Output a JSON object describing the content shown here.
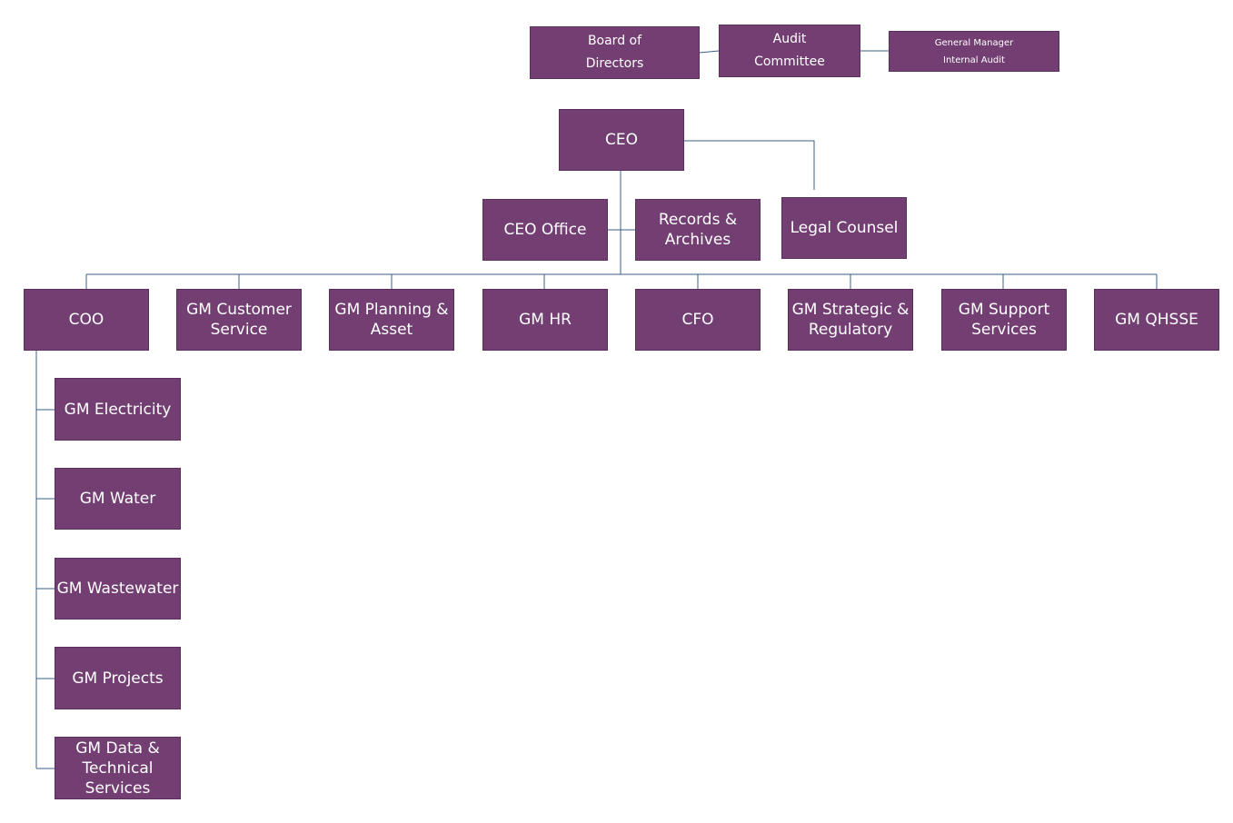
{
  "colors": {
    "box_fill": "#733f73",
    "connector": "#3b5f86",
    "text": "#ffffff"
  },
  "nodes": {
    "board": "Board      of\nDirectors",
    "audit_committee": "Audit\nCommittee",
    "gm_internal_audit": "General Manager\nInternal Audit",
    "ceo": "CEO",
    "ceo_office": "CEO Office",
    "records_archives": "Records &\nArchives",
    "legal_counsel": "Legal Counsel",
    "coo": "COO",
    "gm_customer_service": "GM Customer\nService",
    "gm_planning_asset": "GM Planning &\nAsset",
    "gm_hr": "GM HR",
    "cfo": "CFO",
    "gm_strategic_regulatory": "GM Strategic &\nRegulatory",
    "gm_support_services": "GM Support\nServices",
    "gm_qhsse": "GM QHSSE",
    "gm_electricity": "GM Electricity",
    "gm_water": "GM Water",
    "gm_wastewater": "GM Wastewater",
    "gm_projects": "GM Projects",
    "gm_data_technical": "GM Data &\nTechnical\nServices"
  }
}
